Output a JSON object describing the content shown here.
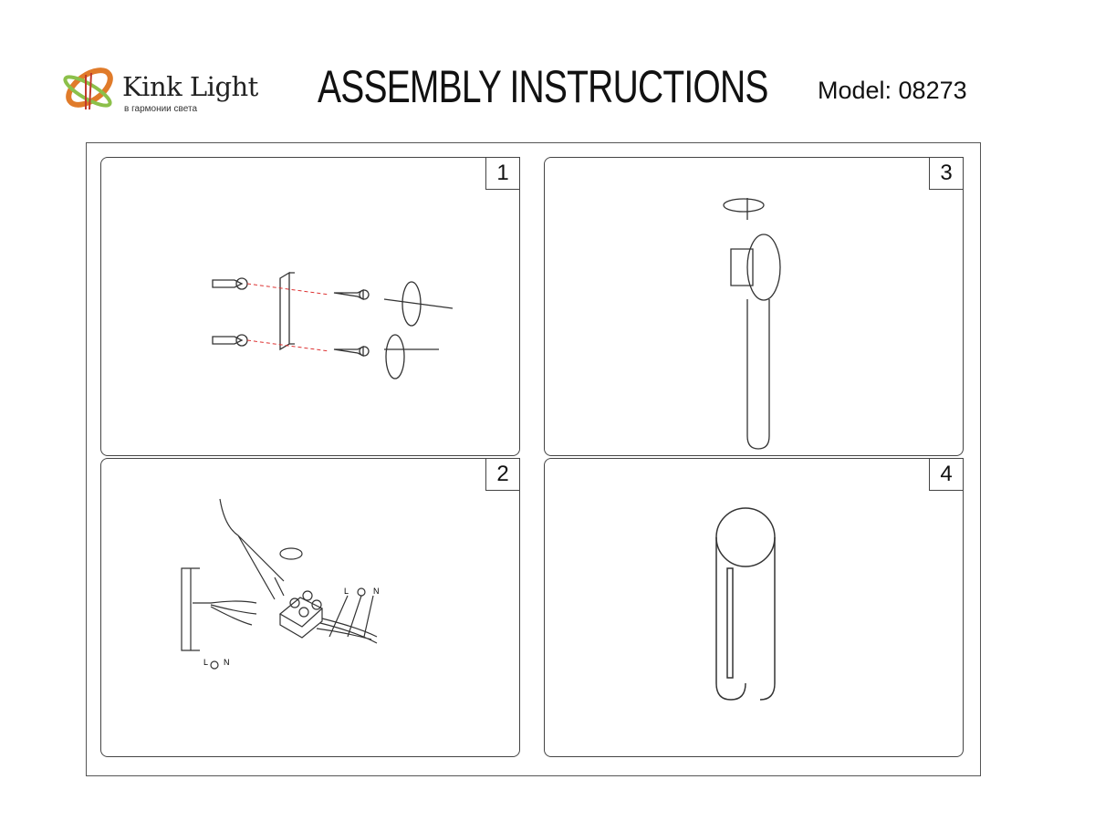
{
  "header": {
    "brand": "Kink Light",
    "tagline": "в гармонии света",
    "title": "ASSEMBLY INSTRUCTIONS",
    "model": "Model: 08273"
  },
  "steps": [
    {
      "number": "1"
    },
    {
      "number": "2",
      "wire_labels": [
        "L",
        "N"
      ]
    },
    {
      "number": "3"
    },
    {
      "number": "4"
    }
  ],
  "colors": {
    "logo_orange": "#e07b2a",
    "logo_green": "#8cc04a",
    "line": "#444444"
  }
}
